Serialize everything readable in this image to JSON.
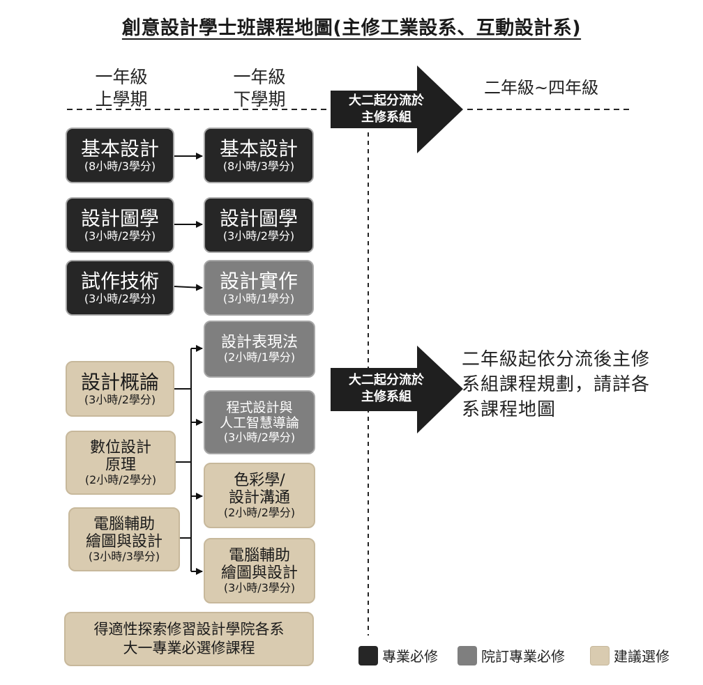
{
  "title": "創意設計學士班課程地圖(主修工業設系、互動設計系)",
  "headers": {
    "col1": [
      "一年級",
      "上學期"
    ],
    "col2": [
      "一年級",
      "下學期"
    ],
    "col3": "二年級~四年級"
  },
  "split_arrow": [
    "大二起分流於",
    "主修系組"
  ],
  "courses_sem1": [
    {
      "name": "基本設計",
      "hours": "(8小時/3學分)",
      "type": "專業必修"
    },
    {
      "name": "設計圖學",
      "hours": "(3小時/2學分)",
      "type": "專業必修"
    },
    {
      "name": "試作技術",
      "hours": "(3小時/2學分)",
      "type": "專業必修"
    },
    {
      "name": "設計概論",
      "hours": "(3小時/2學分)",
      "type": "建議選修"
    },
    {
      "name_lines": [
        "數位設計",
        "原理"
      ],
      "hours": "(2小時/2學分)",
      "type": "建議選修"
    },
    {
      "name_lines": [
        "電腦輔助",
        "繪圖與設計"
      ],
      "hours": "(3小時/3學分)",
      "type": "建議選修"
    }
  ],
  "courses_sem2": [
    {
      "name": "基本設計",
      "hours": "(8小時/3學分)",
      "type": "專業必修"
    },
    {
      "name": "設計圖學",
      "hours": "(3小時/2學分)",
      "type": "專業必修"
    },
    {
      "name": "設計實作",
      "hours": "(3小時/1學分)",
      "type": "院訂專業必修"
    },
    {
      "name": "設計表現法",
      "hours": "(2小時/1學分)",
      "type": "院訂專業必修"
    },
    {
      "name_lines": [
        "程式設計與",
        "人工智慧導論"
      ],
      "hours": "(3小時/2學分)",
      "type": "院訂專業必修"
    },
    {
      "name_lines": [
        "色彩學/",
        "設計溝通"
      ],
      "hours": "(2小時/2學分)",
      "type": "建議選修"
    },
    {
      "name_lines": [
        "電腦輔助",
        "繪圖與設計"
      ],
      "hours": "(3小時/3學分)",
      "type": "建議選修"
    }
  ],
  "note_bottom": [
    "得適性探索修習設計學院各系",
    "大一專業必選修課程"
  ],
  "note_right": [
    "二年級起依分流後主修",
    "系組課程規劃，請詳各",
    "系課程地圖"
  ],
  "legend": [
    {
      "label": "專業必修",
      "color": "#262626"
    },
    {
      "label": "院訂專業必修",
      "color": "#7f7f7f"
    },
    {
      "label": "建議選修",
      "color": "#d9cbb0"
    }
  ],
  "colors": {
    "required": "#262626",
    "college_required": "#7f7f7f",
    "elective": "#d9cbb0"
  }
}
